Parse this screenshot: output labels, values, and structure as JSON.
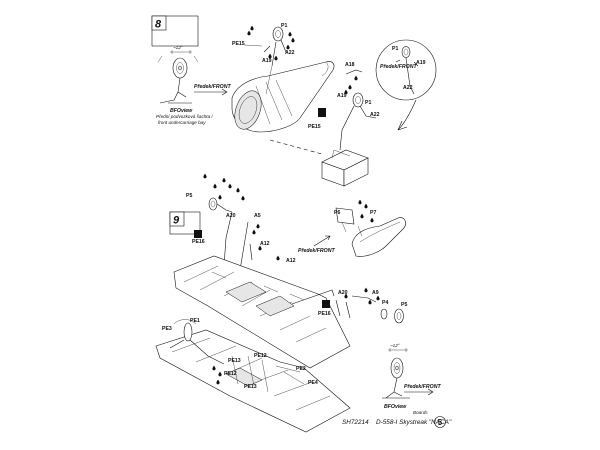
{
  "steps": [
    {
      "number": "8",
      "labels": {
        "p1_a": "P1",
        "pe15_a": "PE15",
        "a19_a": "A19",
        "a22_a": "A22",
        "a18": "A18",
        "a19_b": "A19",
        "p1_b": "P1",
        "pe15_b": "PE15",
        "a22_b": "A22",
        "detail_p1": "P1",
        "detail_a19": "A19",
        "detail_a22": "A22",
        "detail_front": "Předek/FRONT",
        "angle": "~12°",
        "front": "Předek/FRONT",
        "bay_caption_1": "Přední podvozková šachta /",
        "bay_caption_2": "front undercarriage bay",
        "view_caption": "BFOview"
      }
    },
    {
      "number": "9",
      "labels": {
        "p5_a": "P5",
        "a20_a": "A20",
        "a5": "A5",
        "pe16_a": "PE16",
        "a12_a": "A12",
        "a12_b": "A12",
        "p6": "P6",
        "p7": "P7",
        "front_mid": "Předek/FRONT",
        "a20_b": "A20",
        "a9": "A9",
        "pe16_b": "PE16",
        "p4": "P4",
        "p5_b": "P5",
        "pe1": "PE1",
        "pe3": "PE3",
        "pe13_a": "PE13",
        "pe12_a": "PE12",
        "pe12_b": "PE12",
        "pe13_b": "PE13",
        "pe2": "PE2",
        "pe4": "PE4",
        "angle": "~12°",
        "front": "Předek/FRONT",
        "view_caption": "BFOview"
      }
    }
  ],
  "footer": {
    "code": "SH72214",
    "title": "D-558-I Skystreak \"NACA\"",
    "small_note": "Boards",
    "page": "5"
  },
  "colors": {
    "ink": "#111111",
    "paper": "#ffffff",
    "panel": "#e6e6e6"
  }
}
